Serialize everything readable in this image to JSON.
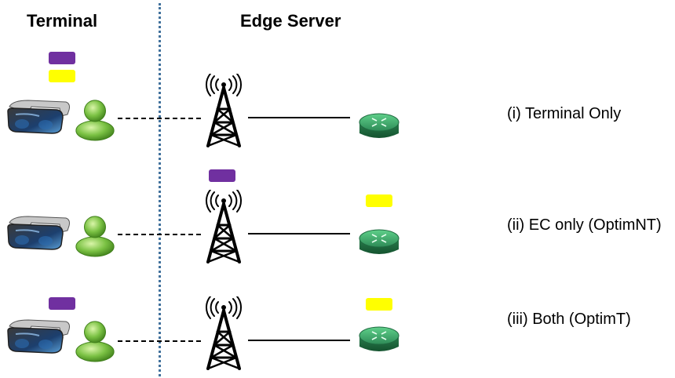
{
  "headers": {
    "terminal": "Terminal",
    "edge_server": "Edge Server"
  },
  "colors": {
    "task_a": "#7030a0",
    "task_b": "#ffff00",
    "divider": "#41719c",
    "user": "#7ac143",
    "router": "#2e8b57"
  },
  "icons": {
    "device": "vr-headset-icon",
    "user": "user-icon",
    "base_station": "antenna-tower-icon",
    "server": "router-icon"
  },
  "scenarios": [
    {
      "label": "(i) Terminal Only"
    },
    {
      "label": "(ii) EC only (OptimNT)"
    },
    {
      "label": "(iii) Both (OptimT)"
    }
  ]
}
